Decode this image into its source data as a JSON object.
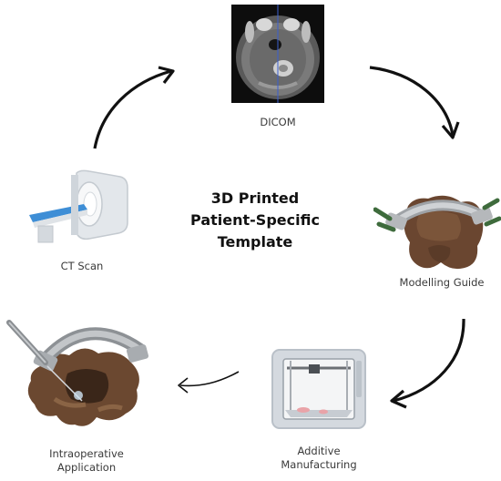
{
  "title_lines": [
    "3D Printed",
    "Patient-Specific",
    "Template"
  ],
  "stages": {
    "dicom": {
      "label": "DICOM",
      "icon": "dicom-scan-icon"
    },
    "modelling": {
      "label": "Modelling Guide",
      "icon": "vertebra-guide-icon"
    },
    "manufacturing": {
      "label_lines": [
        "Additive",
        "Manufacturing"
      ],
      "icon": "3d-printer-icon"
    },
    "intraop": {
      "label_lines": [
        "Intraoperative",
        "Application"
      ],
      "icon": "surgical-guide-icon"
    },
    "ctscan": {
      "label": "CT Scan",
      "icon": "ct-scanner-icon"
    }
  },
  "colors": {
    "arrow": "#111111",
    "bone": "#6e4a30",
    "guide_metal": "#b9bcbf",
    "pin_green": "#3e6b3c",
    "scan_bg": "#111111"
  }
}
